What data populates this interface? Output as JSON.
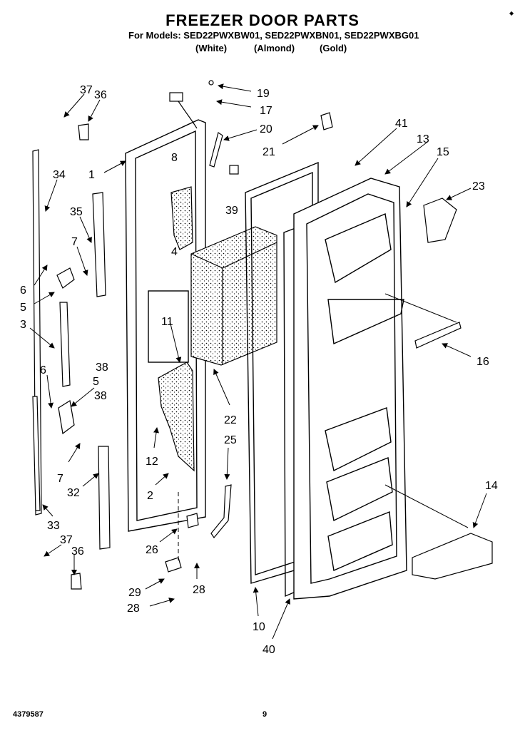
{
  "title": "FREEZER DOOR PARTS",
  "models_line": "For Models: SED22PWXBW01, SED22PWXBN01, SED22PWXBG01",
  "colors": [
    "(White)",
    "(Almond)",
    "(Gold)"
  ],
  "footer": {
    "doc_number": "4379587",
    "page": "9"
  },
  "callouts": [
    "37",
    "36",
    "19",
    "17",
    "20",
    "21",
    "41",
    "13",
    "15",
    "34",
    "1",
    "8",
    "23",
    "35",
    "39",
    "7",
    "4",
    "6",
    "5",
    "11",
    "3",
    "16",
    "38",
    "22",
    "6",
    "5",
    "38",
    "25",
    "12",
    "7",
    "32",
    "2",
    "14",
    "33",
    "26",
    "37",
    "36",
    "28",
    "29",
    "28",
    "10",
    "40"
  ]
}
